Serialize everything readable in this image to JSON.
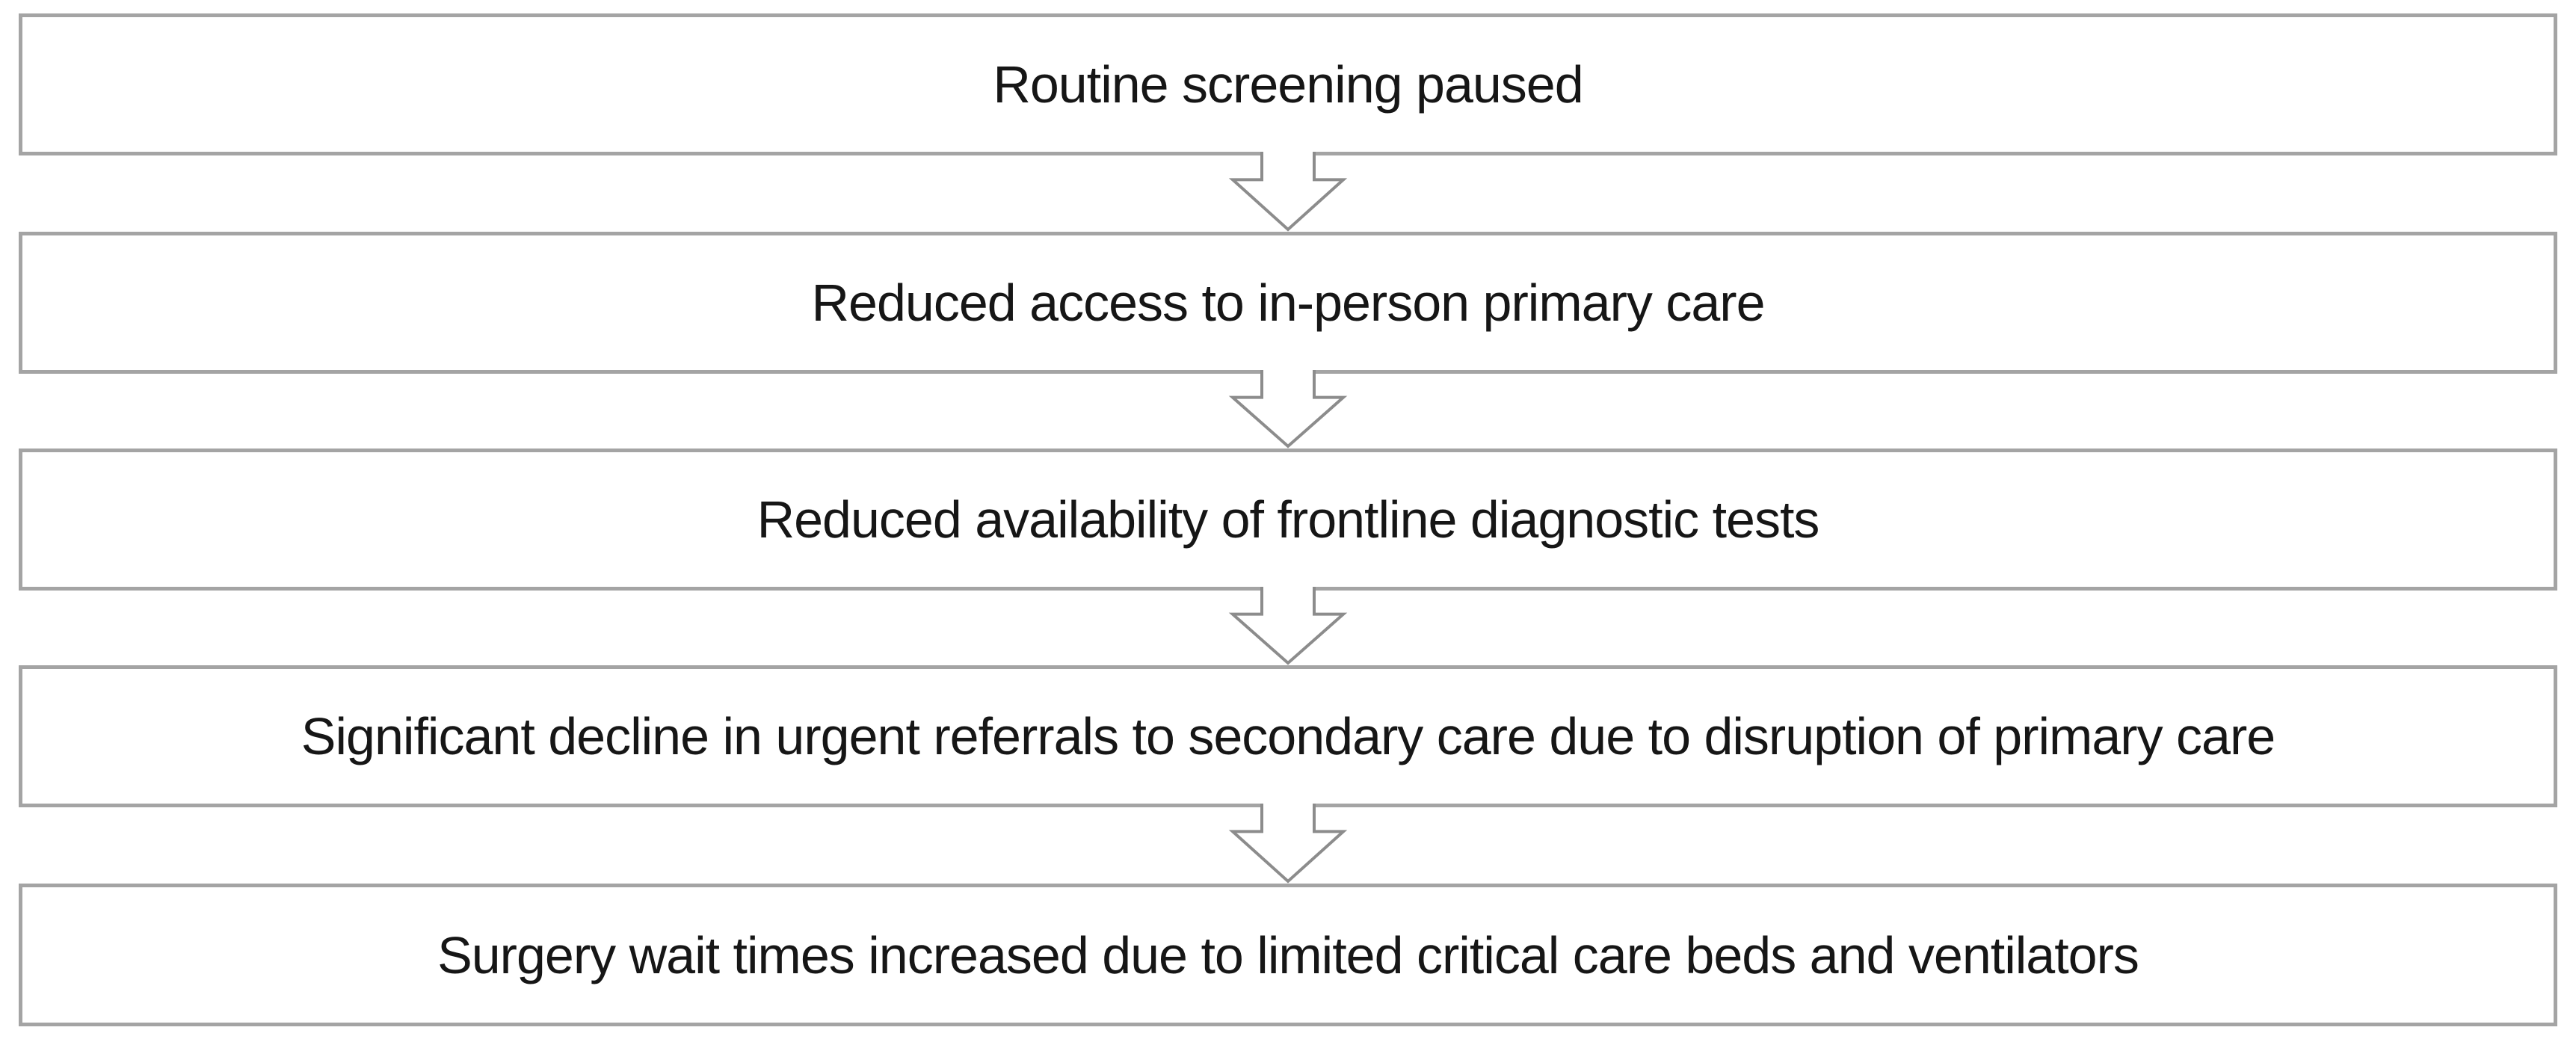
{
  "flowchart": {
    "steps": [
      {
        "label": "Routine screening paused"
      },
      {
        "label": "Reduced access to in-person primary care"
      },
      {
        "label": "Reduced availability of frontline diagnostic tests"
      },
      {
        "label": "Significant decline in urgent referrals to secondary care due to disruption of primary care"
      },
      {
        "label": "Surgery wait times increased due to limited critical care beds and ventilators"
      }
    ],
    "connector_icon": "down-arrow-icon",
    "colors": {
      "box_border": "#A4A4A4",
      "arrow_stroke": "#8C8C8C",
      "text": "#161616",
      "background": "#FFFFFF"
    }
  }
}
